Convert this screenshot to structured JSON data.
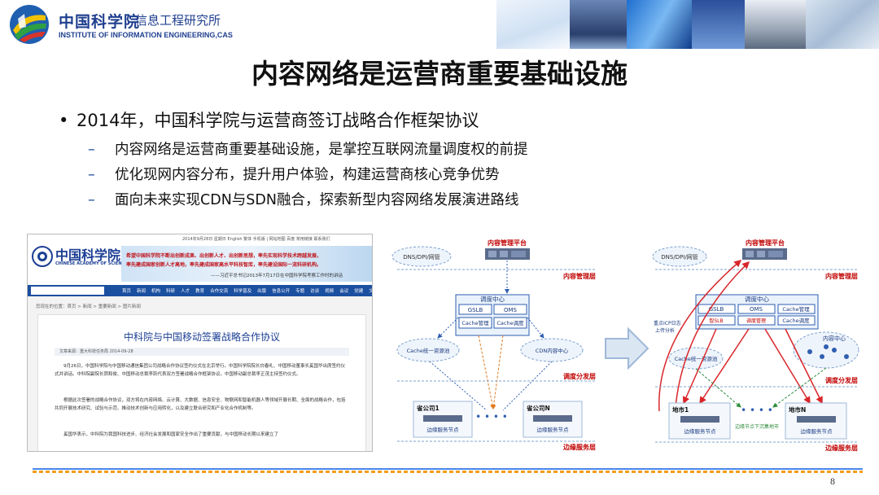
{
  "header": {
    "logo_cn": "中国科学院",
    "logo_institute": "信息工程研究所",
    "logo_en": "INSTITUTE OF INFORMATION ENGINEERING,CAS"
  },
  "slide": {
    "title": "内容网络是运营商重要基础设施",
    "bullet_main": "2014年，中国科学院与运营商签订战略合作框架协议",
    "sub_bullets": [
      "内容网络是运营商重要基础设施，是掌控互联网流量调度权的前提",
      "优化现网内容分布，提升用户体验，构建运营商核心竞争优势",
      "面向未来实现CDN与SDN融合，探索新型内容网络发展演进路线"
    ],
    "page_number": "8"
  },
  "news": {
    "site_cn": "中国科学院",
    "site_en": "CHINESE ACADEMY OF SCIENCES",
    "banner_lines": [
      "希望中国科学院不断出创新成果、出创新人才、出创新思想，率先实现科学技术跨越发展，",
      "率先建成国家创新人才高地，率先建成国家高水平科技智库，率先建设国际一流科研机构。"
    ],
    "banner_credit": "——习近平总书记2013年7月17日在中国科学院考察工作时的讲话",
    "nav_items": [
      "首页",
      "新闻",
      "机构",
      "科研",
      "人才",
      "教育",
      "合作交流",
      "科学普及",
      "出版",
      "信息公开",
      "专题",
      "访谈",
      "视频",
      "会议",
      "党建",
      "文化"
    ],
    "top_links": [
      "2014年9月28日",
      "星期日",
      "English",
      "繁体",
      "手机版",
      "|",
      "网站地图",
      "百度",
      "常用链接",
      "联系我们"
    ],
    "breadcrumb": "您现在的位置：首页 > 新闻 > 重要新闻 > 图片新闻",
    "article_title": "中科院与中国移动签署战略合作协议",
    "article_meta": "文章来源：重大科技任务局     2014-09-28",
    "paragraphs": [
      "9月26日，中国科学院与中国移动通信集团公司战略合作协议签约仪式在北京举行。中国科学院院长白春礼、中国移动董事长奚国华出席签约仪式并讲话。中科院副院长阴和俊、中国移动总裁李跃代表双方签署战略合作框架协议。中国移动副总裁李正茂主持签约仪式。",
      "根据此次签署的战略合作协议，双方将在内容网络、云计算、大数据、信息安全、物联网和智能机器人等领域开展长期、全面的战略合作，包括共同开展技术研究、试验与示范、推动技术创新与应用转化，以及建立联合研究和产业化合作机制等。",
      "奚国华表示，中科院为我国科技进步、经济社会发展和国家安全作出了重要贡献，与中国移动长期以来建立了"
    ]
  },
  "diagram_left": {
    "content_platform": "内容管理平台",
    "dns": "DNS/DPI/网管",
    "layer_content": "内容管理层",
    "dispatch_center": "调度中心",
    "boxes": [
      "GSLB",
      "OMS",
      "Cache管理",
      "Cache调度"
    ],
    "cache_pool": "Cache统一资源池",
    "cdn_center": "CDN内容中心",
    "layer_dispatch": "调度分发层",
    "prov1": "省公司1",
    "provN": "省公司N",
    "edge_node": "边缘服务节点",
    "layer_edge": "边缘服务层"
  },
  "diagram_right": {
    "content_platform": "内容管理平台",
    "dns": "DNS/DPI/网管",
    "layer_content": "内容管理层",
    "dispatch_center": "调度中心",
    "boxes": [
      "GSLB",
      "OMS",
      "Cache管理",
      "Cache调度"
    ],
    "sub_boxes": [
      "智SLB",
      "调度管理"
    ],
    "log_note": [
      "重点ICP日志",
      "上传分析"
    ],
    "cache_pool": "Cache统一资源池",
    "content_center": "内容中心",
    "layer_dispatch": "调度分发层",
    "city1": "地市1",
    "cityN": "地市N",
    "edge_node": "边缘服务节点",
    "edge_note": "边缘节点下沉集地市",
    "layer_edge": "边缘服务层"
  },
  "colors": {
    "title": "#111111",
    "dash": "#1f4e9c",
    "layer_label": "#c00000",
    "footer_blue": "#4a86e8",
    "footer_orange": "#f59c1a",
    "arrow_gray": "#9fb8d8"
  }
}
